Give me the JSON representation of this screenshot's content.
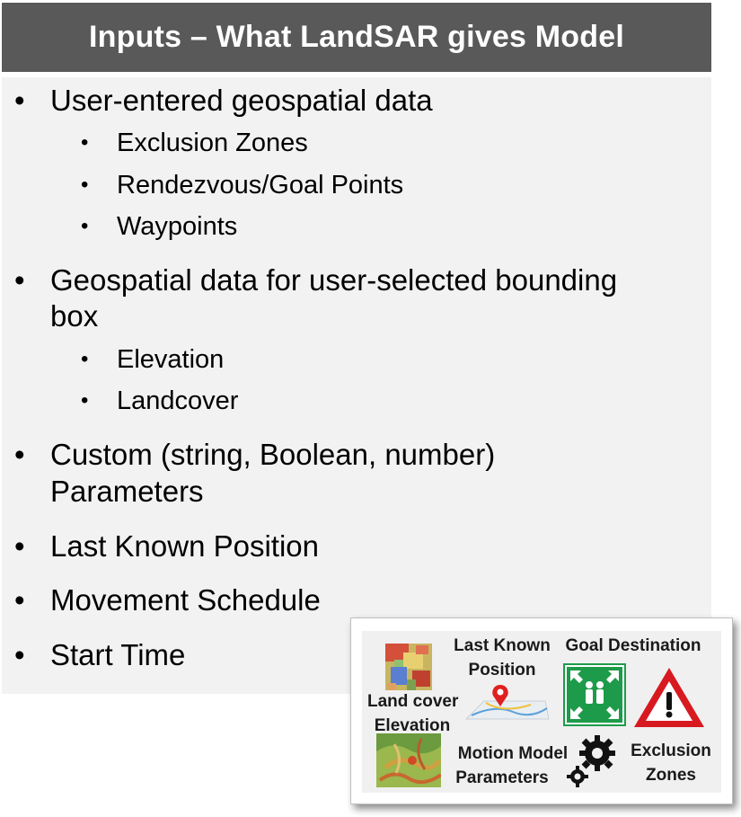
{
  "header": {
    "title": "Inputs – What LandSAR gives Model"
  },
  "bullets": [
    {
      "text": "User-entered geospatial data",
      "sub": [
        "Exclusion Zones",
        "Rendezvous/Goal Points",
        "Waypoints"
      ]
    },
    {
      "text": "Geospatial data for user-selected bounding",
      "text2": "box",
      "sub": [
        "Elevation",
        "Landcover"
      ]
    },
    {
      "text": "Custom (string, Boolean, number)",
      "text2": "Parameters"
    },
    {
      "text": "Last Known Position"
    },
    {
      "text": "Movement Schedule"
    },
    {
      "text": "Start Time"
    }
  ],
  "bullet_char": "•",
  "overlay": {
    "land_cover_label": "Land cover",
    "elevation_label": "Elevation",
    "last_known_label_1": "Last Known",
    "last_known_label_2": "Position",
    "goal_label": "Goal Destination",
    "motion_label_1": "Motion Model",
    "motion_label_2": "Parameters",
    "exclusion_label_1": "Exclusion",
    "exclusion_label_2": "Zones",
    "icons": [
      "land-cover-map-icon",
      "location-pin-map-icon",
      "assembly-point-sign-icon",
      "warning-triangle-icon",
      "elevation-map-icon",
      "gears-icon"
    ]
  },
  "colors": {
    "header_bg": "#595959",
    "panel_bg": "#f2f2f2",
    "goal_sign_green": "#1e9b4a",
    "warning_red": "#d71920",
    "pin_red": "#e02020"
  }
}
